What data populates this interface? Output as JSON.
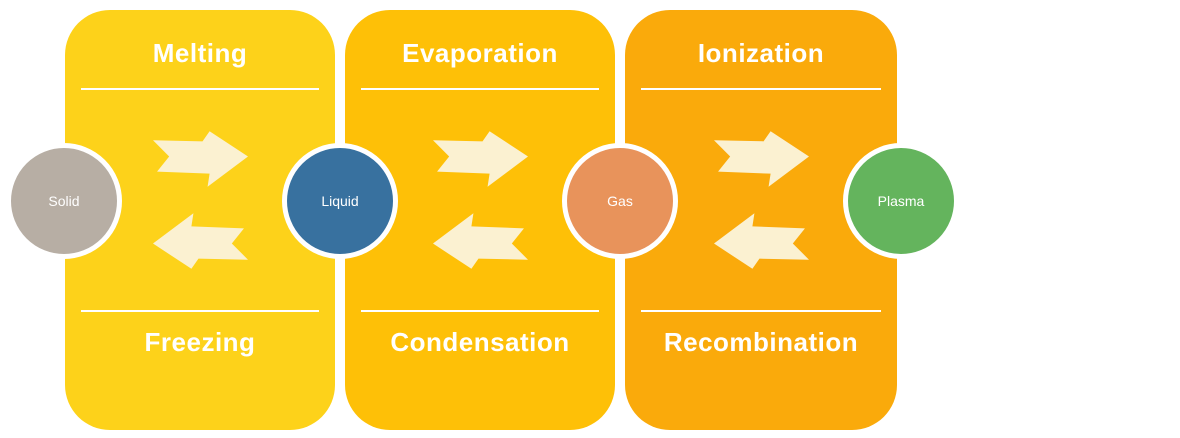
{
  "diagram": {
    "panels": [
      {
        "forward_label": "Melting",
        "reverse_label": "Freezing",
        "color": "#FDD21A"
      },
      {
        "forward_label": "Evaporation",
        "reverse_label": "Condensation",
        "color": "#FEC007"
      },
      {
        "forward_label": "Ionization",
        "reverse_label": "Recombination",
        "color": "#FAAA0B"
      }
    ],
    "states": [
      {
        "label": "Solid",
        "color": "#B7AEA4"
      },
      {
        "label": "Liquid",
        "color": "#38719F"
      },
      {
        "label": "Gas",
        "color": "#E8935B"
      },
      {
        "label": "Plasma",
        "color": "#64B45D"
      }
    ],
    "arrow_color": "#FBF1D1",
    "divider_color": "#FFFFFF"
  }
}
